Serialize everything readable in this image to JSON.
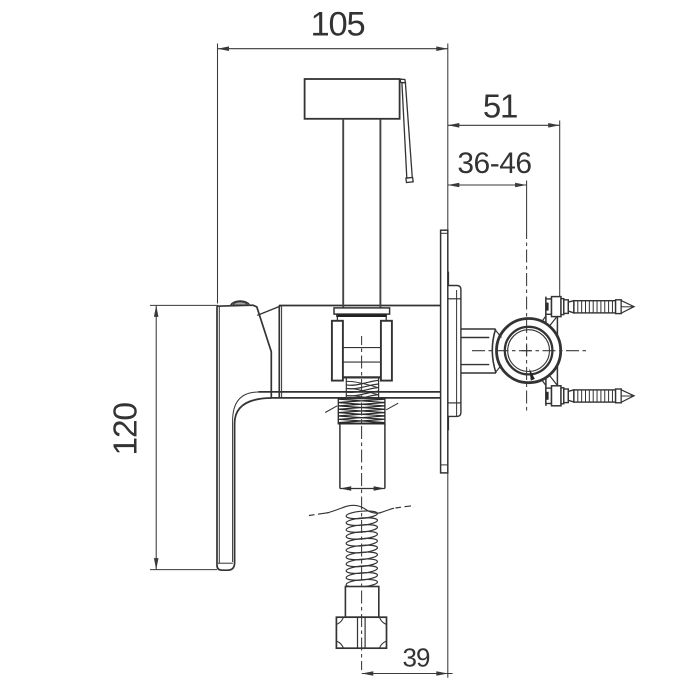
{
  "drawing": {
    "type": "technical-dimension-drawing",
    "subject": "wall-mounted concealed bidet sprayer mixer - side installation view",
    "background": "#ffffff",
    "line_color": "#333333",
    "labels": {
      "width": "105",
      "depth": "51",
      "wall_thickness_range": "36-46",
      "height": "120",
      "hose_offset": "39"
    }
  }
}
